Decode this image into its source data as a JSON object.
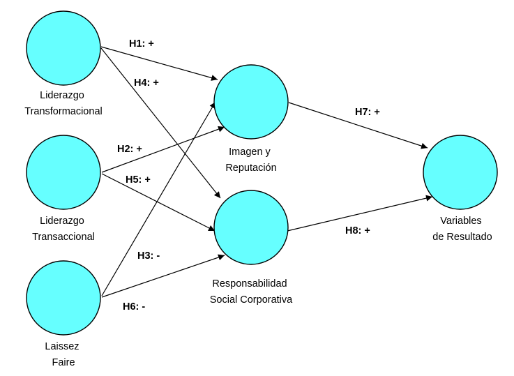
{
  "colors": {
    "node_fill": "#66FFFF",
    "stroke": "#000000",
    "text": "#000000",
    "background": "#FFFFFF"
  },
  "nodes": {
    "liderazgo_transformacional": {
      "lines": [
        "Liderazgo",
        "Transformacional"
      ]
    },
    "liderazgo_transaccional": {
      "lines": [
        "Liderazgo",
        "Transaccional"
      ]
    },
    "laissez_faire": {
      "lines": [
        "Laissez",
        "Faire"
      ]
    },
    "imagen_reputacion": {
      "lines": [
        "Imagen y",
        "Reputación"
      ]
    },
    "rsc": {
      "lines": [
        "Responsabilidad",
        "Social Corporativa"
      ]
    },
    "variables_resultado": {
      "lines": [
        "Variables",
        "de Resultado"
      ]
    }
  },
  "hypotheses": {
    "h1": "H1: +",
    "h2": "H2: +",
    "h3": "H3: -",
    "h4": "H4: +",
    "h5": "H5: +",
    "h6": "H6: -",
    "h7": "H7: +",
    "h8": "H8: +"
  }
}
